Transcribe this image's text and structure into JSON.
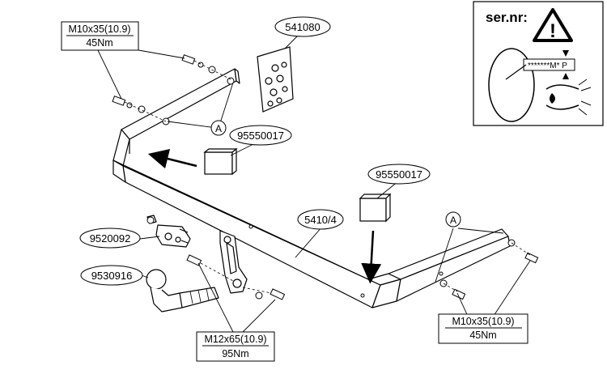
{
  "part_labels": {
    "bolt_kit": "541080",
    "sticker_left": "95550017",
    "sticker_right": "95550017",
    "main_bar": "5410/4",
    "socket_plate": "9520092",
    "ball": "9530916"
  },
  "bolt_specs": {
    "top_left": {
      "size": "M10x35(10.9)",
      "torque": "45Nm"
    },
    "bottom_right": {
      "size": "M10x35(10.9)",
      "torque": "45Nm"
    },
    "bottom_center": {
      "size": "M12x65(10.9)",
      "torque": "95Nm"
    }
  },
  "markers": {
    "a_left": "A",
    "a_right": "A"
  },
  "serial_box": {
    "title": "ser.nr:",
    "warning_glyph": "!",
    "plate_code": "*******M* P",
    "icon": "warning-triangle-icon",
    "eye_icon": "eye-icon"
  }
}
